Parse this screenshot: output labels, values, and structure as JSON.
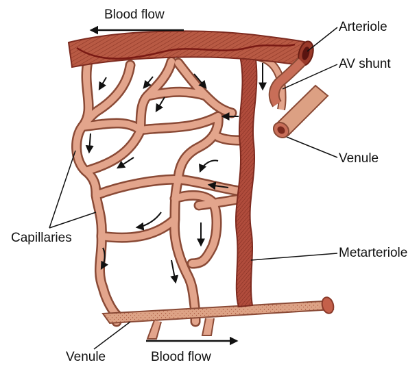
{
  "labels": {
    "blood_flow_top": "Blood flow",
    "arteriole": "Arteriole",
    "av_shunt": "AV shunt",
    "venule_right": "Venule",
    "capillaries": "Capillaries",
    "metarteriole": "Metarteriole",
    "venule_bottom": "Venule",
    "blood_flow_bottom": "Blood flow"
  },
  "colors": {
    "arteriole": "#b85a44",
    "arteriole_dark": "#8a2a1e",
    "capillary_fill": "#e3a58c",
    "capillary_edge": "#8a4a36",
    "venule_fill": "#dda386",
    "metarteriole": "#b04c3c",
    "arrow": "#111111"
  }
}
